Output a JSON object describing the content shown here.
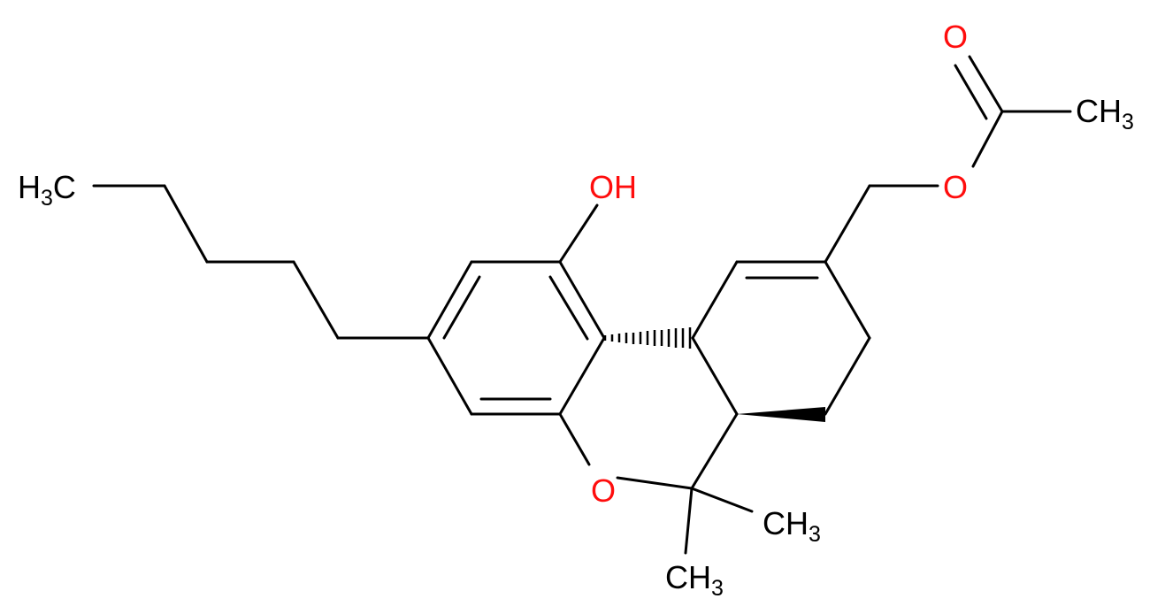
{
  "colors": {
    "bond": "#000000",
    "carbon_label": "#000000",
    "oxygen_label": "#ff0d0d",
    "background": "#ffffff"
  },
  "labels": {
    "pentyl_ch3": {
      "main": "H",
      "sub": "3",
      "tail": "C"
    },
    "hydroxyl": {
      "main": "OH"
    },
    "ring_oxygen": {
      "main": "O"
    },
    "ester_oxygen": {
      "main": "O"
    },
    "carbonyl_oxygen": {
      "main": "O"
    },
    "acetyl_ch3": {
      "main": "CH",
      "sub": "3"
    },
    "gem_methyl_1": {
      "main": "CH",
      "sub": "3"
    },
    "gem_methyl_2": {
      "main": "CH",
      "sub": "3"
    }
  }
}
